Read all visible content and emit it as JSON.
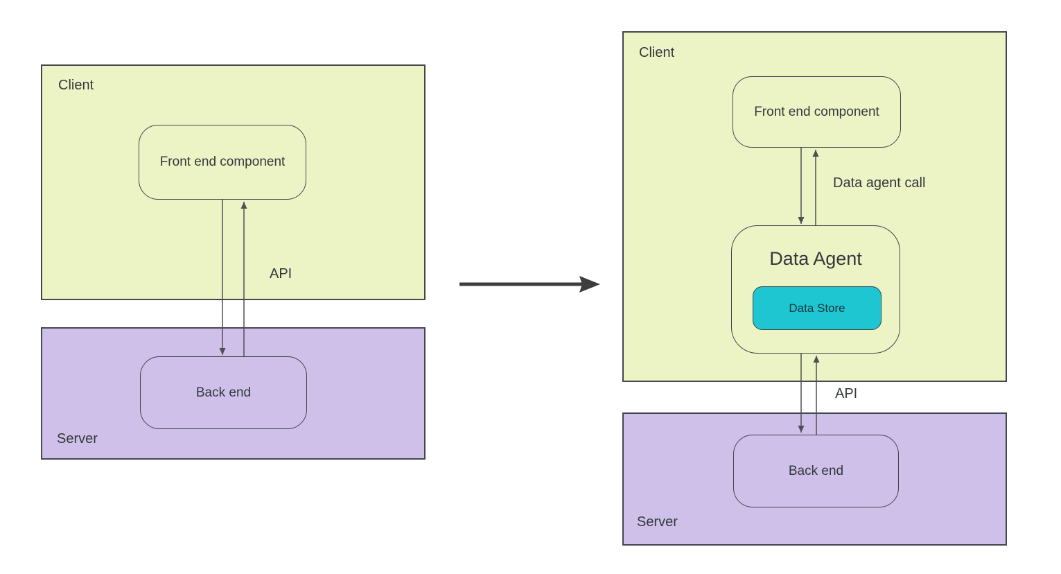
{
  "diagram": {
    "left": {
      "client_label": "Client",
      "frontend_label": "Front end component",
      "api_label": "API",
      "server_label": "Server",
      "backend_label": "Back end"
    },
    "right": {
      "client_label": "Client",
      "frontend_label": "Front end component",
      "data_agent_call_label": "Data agent call",
      "data_agent_label": "Data Agent",
      "data_store_label": "Data Store",
      "api_label": "API",
      "server_label": "Server",
      "backend_label": "Back end"
    },
    "colors": {
      "client_fill": "#ecf4c6",
      "server_fill": "#cec0e9",
      "data_store_fill": "#1dc6d1",
      "shape_border": "#43474d",
      "connector": "#4b5054",
      "transform_arrow": "#3d3d3d",
      "text": "#33383c",
      "background": "#ffffff"
    }
  }
}
